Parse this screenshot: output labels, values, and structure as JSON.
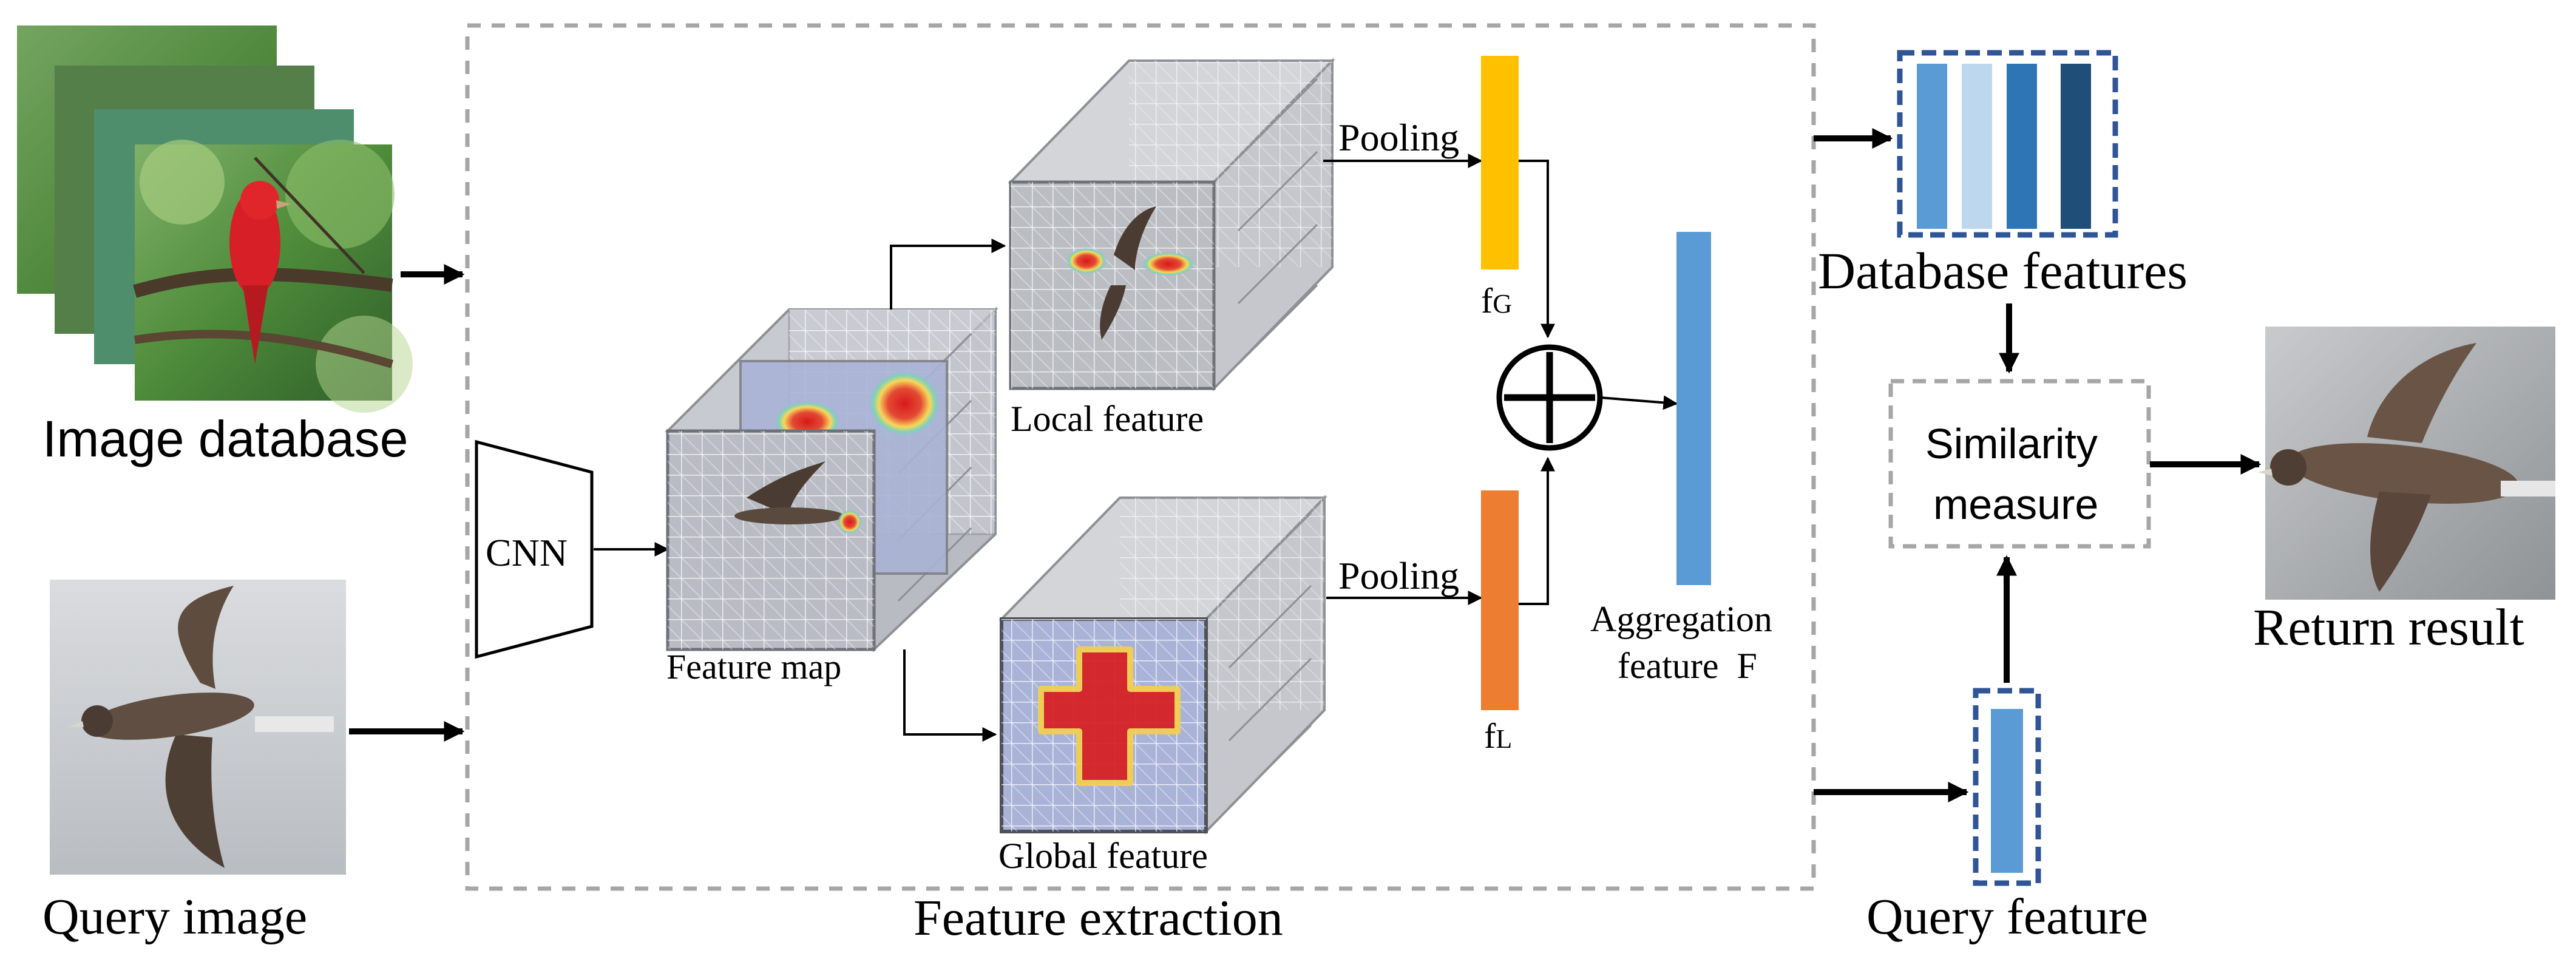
{
  "labels": {
    "image_database": "Image database",
    "query_image": "Query image",
    "cnn": "CNN",
    "feature_map": "Feature map",
    "local_feature": "Local feature",
    "global_feature": "Global feature",
    "pooling_top": "Pooling",
    "pooling_bottom": "Pooling",
    "fg_main": "f",
    "fg_sub": "G",
    "fl_main": "f",
    "fl_sub": "L",
    "aggregation_line1": "Aggregation",
    "aggregation_line2": "feature  F",
    "feature_extraction": "Feature extraction",
    "database_features": "Database features",
    "similarity_line1": "Similarity",
    "similarity_line2": "measure",
    "query_feature": "Query feature",
    "return_result": "Return result"
  },
  "colors": {
    "fg_bar": "#FFC000",
    "fl_bar": "#ED7D31",
    "aggregation_bar": "#5B9BD5",
    "query_bar": "#5B9BD5",
    "db_bars": [
      "#5B9BD5",
      "#BDD7EE",
      "#2E75B6",
      "#1F4E79"
    ],
    "dashed_gray": "#A6A6A6",
    "dashed_navy": "#2F5597",
    "heat_red": "#D7191C"
  },
  "icons": {
    "plus": "circled-plus-icon",
    "bird": "bird-photo",
    "albatross": "albatross-photo"
  }
}
